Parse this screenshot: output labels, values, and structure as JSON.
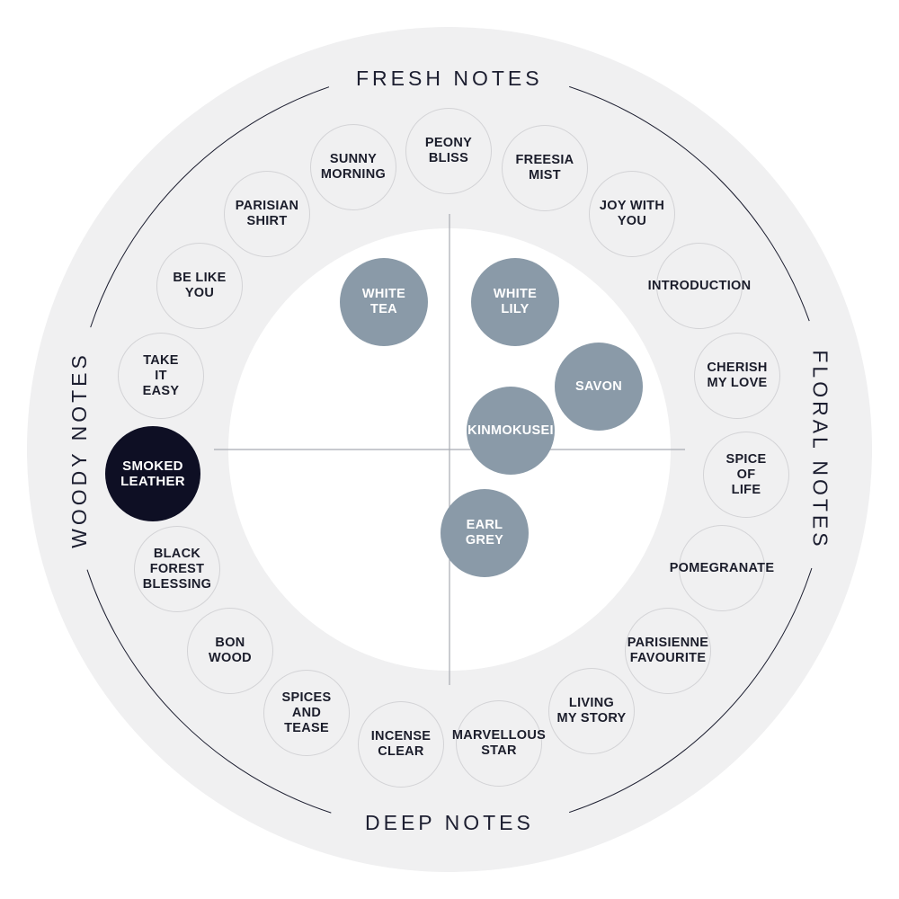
{
  "categories": {
    "top": "FRESH NOTES",
    "right": "FLORAL NOTES",
    "bottom": "DEEP NOTES",
    "left": "WOODY NOTES"
  },
  "ring_scents": [
    {
      "lines": [
        "PEONY",
        "BLISS"
      ]
    },
    {
      "lines": [
        "FREESIA",
        "MIST"
      ]
    },
    {
      "lines": [
        "JOY WITH",
        "YOU"
      ]
    },
    {
      "lines": [
        "INTRODUCTION"
      ]
    },
    {
      "lines": [
        "CHERISH",
        "MY LOVE"
      ]
    },
    {
      "lines": [
        "SPICE",
        "OF",
        "LIFE"
      ]
    },
    {
      "lines": [
        "POMEGRANATE"
      ]
    },
    {
      "lines": [
        "PARISIENNE",
        "FAVOURITE"
      ]
    },
    {
      "lines": [
        "LIVING",
        "MY STORY"
      ]
    },
    {
      "lines": [
        "MARVELLOUS",
        "STAR"
      ]
    },
    {
      "lines": [
        "INCENSE",
        "CLEAR"
      ]
    },
    {
      "lines": [
        "SPICES",
        "AND",
        "TEASE"
      ]
    },
    {
      "lines": [
        "BON",
        "WOOD"
      ]
    },
    {
      "lines": [
        "BLACK",
        "FOREST",
        "BLESSING"
      ]
    },
    {
      "lines": [
        "SMOKED",
        "LEATHER"
      ],
      "selected": true
    },
    {
      "lines": [
        "TAKE",
        "IT",
        "EASY"
      ]
    },
    {
      "lines": [
        "BE LIKE",
        "YOU"
      ]
    },
    {
      "lines": [
        "PARISIAN",
        "SHIRT"
      ]
    },
    {
      "lines": [
        "SUNNY",
        "MORNING"
      ]
    }
  ],
  "featured_scents": [
    {
      "lines": [
        "WHITE",
        "TEA"
      ]
    },
    {
      "lines": [
        "WHITE",
        "LILY"
      ]
    },
    {
      "lines": [
        "SAVON"
      ]
    },
    {
      "lines": [
        "KINMOKUSEI"
      ]
    },
    {
      "lines": [
        "EARL",
        "GREY"
      ]
    }
  ],
  "colors": {
    "ring_band": "#f0f0f1",
    "featured": "#8a9aa8",
    "selected": "#0e0f24",
    "text_dark": "#1b1d2b"
  }
}
